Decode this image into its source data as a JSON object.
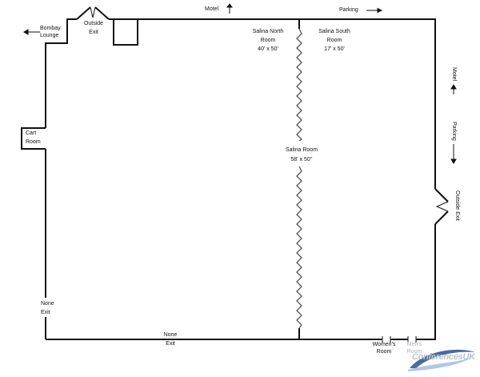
{
  "labels": {
    "bombay_line1": "Bombay",
    "bombay_line2": "Lounge",
    "outside_exit_top_line1": "Outside",
    "outside_exit_top_line2": "Exit",
    "motel_top": "Motel",
    "parking_top": "Parking",
    "salina_north_line1": "Salina North",
    "salina_north_line2": "Room",
    "salina_north_dims": "40' x 50'",
    "salina_south_line1": "Salina South",
    "salina_south_line2": "Room",
    "salina_south_dims": "17' x 50'",
    "salina_room_line1": "Salina Room",
    "salina_room_dims": "58' x 50''",
    "cart_room_line1": "Cart",
    "cart_room_line2": "Room",
    "none_exit_left_line1": "None",
    "none_exit_left_line2": "Exit",
    "none_exit_bottom_line1": "None",
    "none_exit_bottom_line2": "Exit",
    "womens_room_line1": "Women's",
    "womens_room_line2": "Room",
    "mens_room_line1": "Men's",
    "mens_room_line2": "Room",
    "motel_right": "Motel",
    "parking_right": "Parking",
    "outside_exit_right": "Outside Exit",
    "logo": "ConferencesUK"
  },
  "icons": {
    "arrow_left": "arrow-left-icon",
    "arrow_up": "arrow-up-icon",
    "arrow_right": "arrow-right-icon",
    "arrow_down": "arrow-down-icon"
  },
  "colors": {
    "wall": "#111111",
    "partition": "#555555",
    "logo_text": "#b9c3cc",
    "logo_swoosh": "#2a4f8f"
  }
}
